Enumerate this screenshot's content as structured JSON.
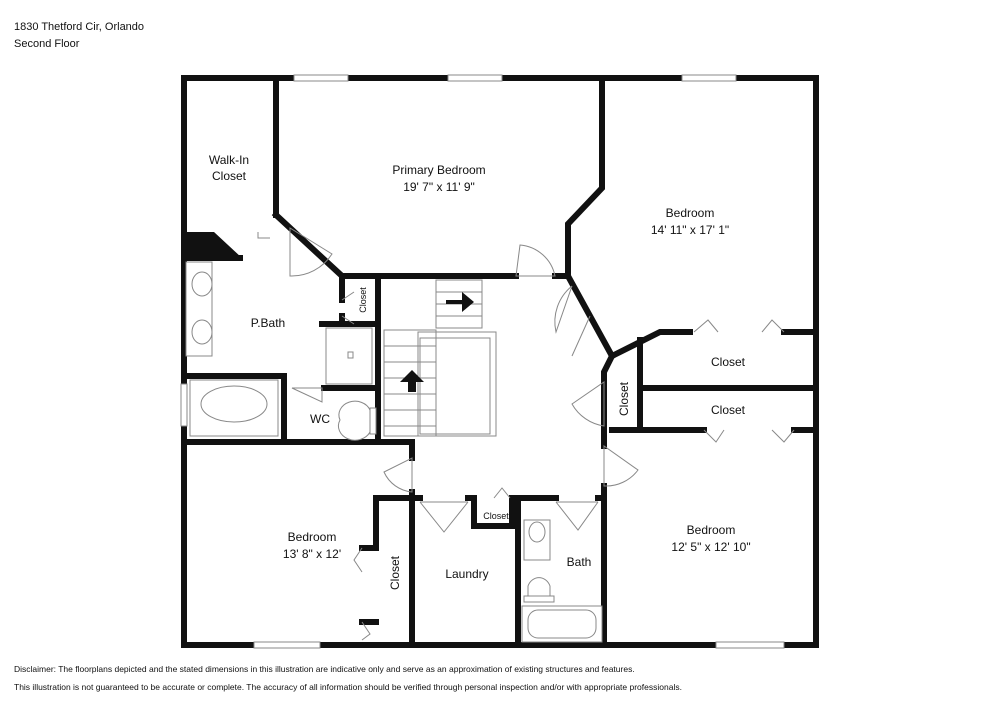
{
  "header": {
    "address": "1830 Thetford Cir, Orlando",
    "floor": "Second Floor"
  },
  "rooms": {
    "walkin_line1": "Walk-In",
    "walkin_line2": "Closet",
    "primary_name": "Primary Bedroom",
    "primary_dim": "19' 7\" x 11' 9\"",
    "bed_ne_name": "Bedroom",
    "bed_ne_dim": "14' 11\" x 17' 1\"",
    "pbath": "P.Bath",
    "wc": "WC",
    "closet_ne": "Closet",
    "closet_e": "Closet",
    "closet_vert_mid": "Closet",
    "closet_small_top": "Closet",
    "closet_hall": "Closet",
    "closet_sw": "Closet",
    "bed_sw_name": "Bedroom",
    "bed_sw_dim": "13' 8\" x 12'",
    "laundry": "Laundry",
    "bath": "Bath",
    "bed_se_name": "Bedroom",
    "bed_se_dim": "12' 5\" x 12' 10\""
  },
  "disclaimer": {
    "line1": "Disclaimer: The floorplans depicted and the stated dimensions in this illustration are indicative only and serve as an approximation of existing structures and features.",
    "line2": "This illustration is not guaranteed to be accurate or complete. The accuracy of all information should be verified through personal inspection and/or with appropriate professionals."
  },
  "colors": {
    "wall": "#111111",
    "fixture": "#888888",
    "window": "#ffffff"
  }
}
